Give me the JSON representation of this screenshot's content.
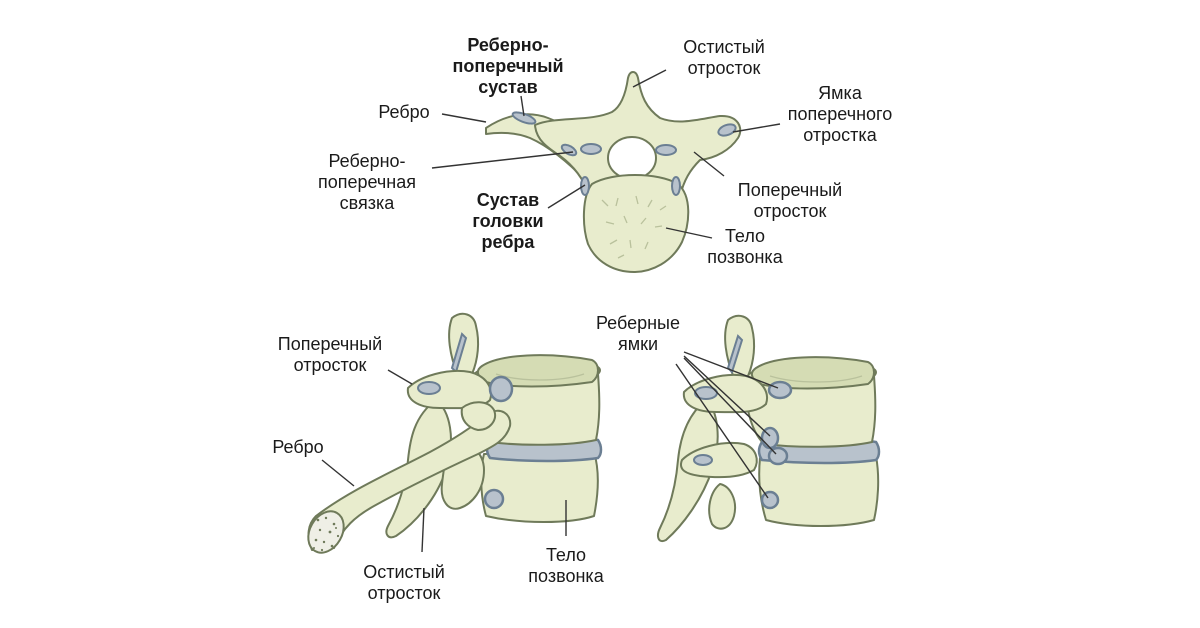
{
  "colors": {
    "bone": "#e8eccd",
    "outline": "#6f7a5a",
    "cartilage": "#b8c2cc",
    "text": "#1a1a1a"
  },
  "labels": {
    "rib_transverse_joint": "Реберно-\nпоперечный\nсустав",
    "spinous_top": "Остистый\nотросток",
    "rib_top": "Ребро",
    "transverse_fovea": "Ямка\nпоперечного\nотростка",
    "costotransverse_ligament": "Реберно-\nпоперечная\nсвязка",
    "transverse_process_top": "Поперечный\nотросток",
    "rib_head_joint": "Сустав\nголовки\nребра",
    "body_top": "Тело\nпозвонка",
    "transverse_process_left": "Поперечный\nотросток",
    "rib_left": "Ребро",
    "spinous_bottom": "Остистый\nотросток",
    "body_bottom": "Тело\nпозвонка",
    "costal_facets": "Реберные\nямки"
  }
}
